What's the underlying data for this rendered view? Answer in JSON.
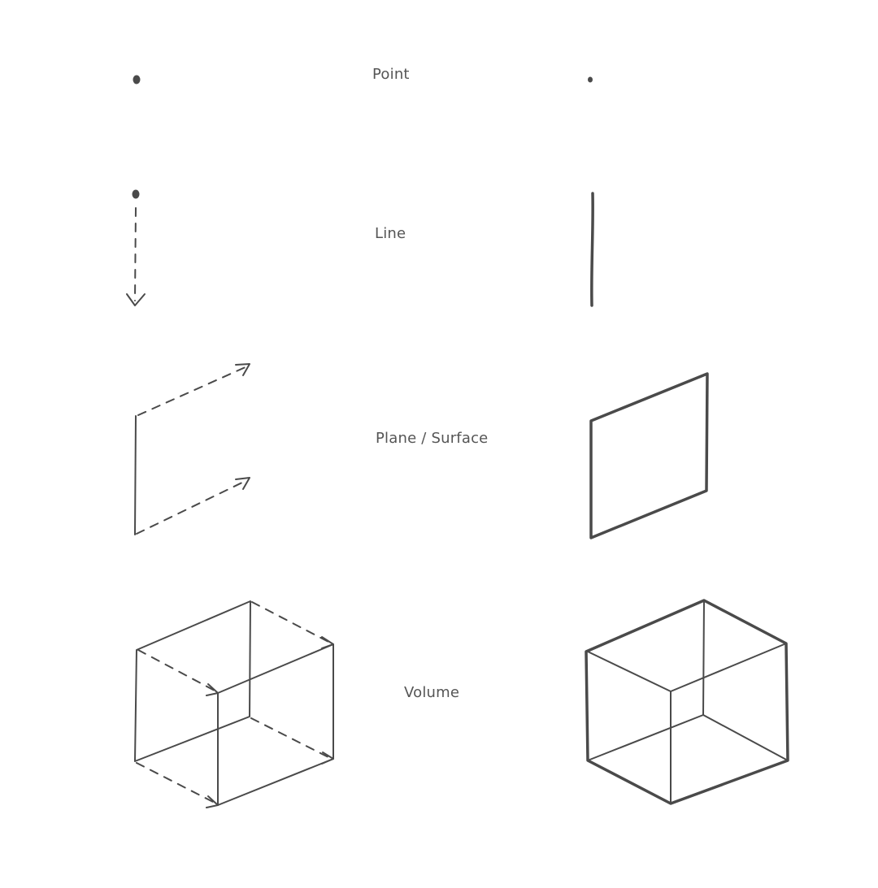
{
  "labels": {
    "point": "Point",
    "line": "Line",
    "plane": "Plane / Surface",
    "volume": "Volume"
  },
  "colors": {
    "stroke": "#4a4a4a",
    "text": "#555555",
    "background": "#ffffff"
  }
}
